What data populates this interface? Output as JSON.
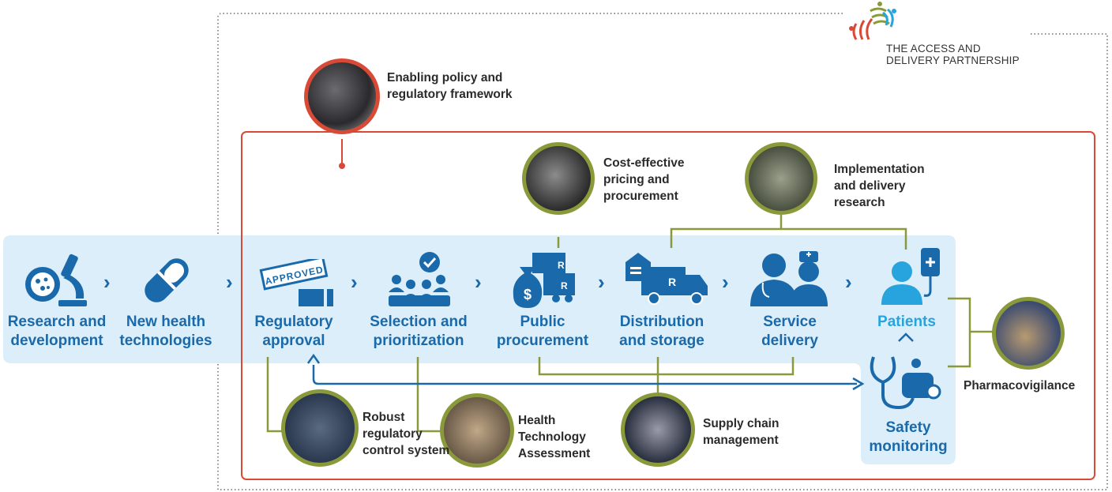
{
  "logo": {
    "line1": "THE ACCESS AND",
    "line2": "DELIVERY PARTNERSHIP"
  },
  "outer_frame": {
    "color": "#999999"
  },
  "policy_frame": {
    "color": "#d94a36"
  },
  "band_color": "#dbeef9",
  "stages": [
    {
      "line1": "Research and",
      "line2": "development",
      "icon": "microscope-icon"
    },
    {
      "line1": "New health",
      "line2": "technologies",
      "icon": "capsule-icon"
    },
    {
      "line1": "Regulatory",
      "line2": "approval",
      "icon": "approved-stamp-icon",
      "stamp_text": "APPROVED"
    },
    {
      "line1": "Selection and",
      "line2": "prioritization",
      "icon": "group-check-icon"
    },
    {
      "line1": "Public",
      "line2": "procurement",
      "icon": "money-bag-truck-icon"
    },
    {
      "line1": "Distribution",
      "line2": "and storage",
      "icon": "delivery-truck-icon"
    },
    {
      "line1": "Service",
      "line2": "delivery",
      "icon": "doctor-nurse-icon"
    },
    {
      "line1": "Patients",
      "line2": "",
      "icon": "patient-iv-icon"
    },
    {
      "line1": "Safety",
      "line2": "monitoring",
      "icon": "stethoscope-icon"
    }
  ],
  "enablers": {
    "policy": {
      "line1": "Enabling policy and",
      "line2": "regulatory framework"
    },
    "pricing": {
      "line1": "Cost-effective",
      "line2": "pricing and",
      "line3": "procurement"
    },
    "implementation": {
      "line1": "Implementation",
      "line2": "and delivery",
      "line3": "research"
    },
    "pharmacovigilance": {
      "line1": "Pharmacovigilance"
    },
    "regulatory_control": {
      "line1": "Robust",
      "line2": "regulatory",
      "line3": "control system"
    },
    "hta": {
      "line1": "Health",
      "line2": "Technology",
      "line3": "Assessment"
    },
    "supply_chain": {
      "line1": "Supply chain",
      "line2": "management"
    }
  },
  "colors": {
    "stage_blue": "#1a6aab",
    "patients_cyan": "#27a4dd",
    "connector_green": "#8a9a3a",
    "policy_red": "#d94a36",
    "feedback_blue": "#1a6aab"
  }
}
